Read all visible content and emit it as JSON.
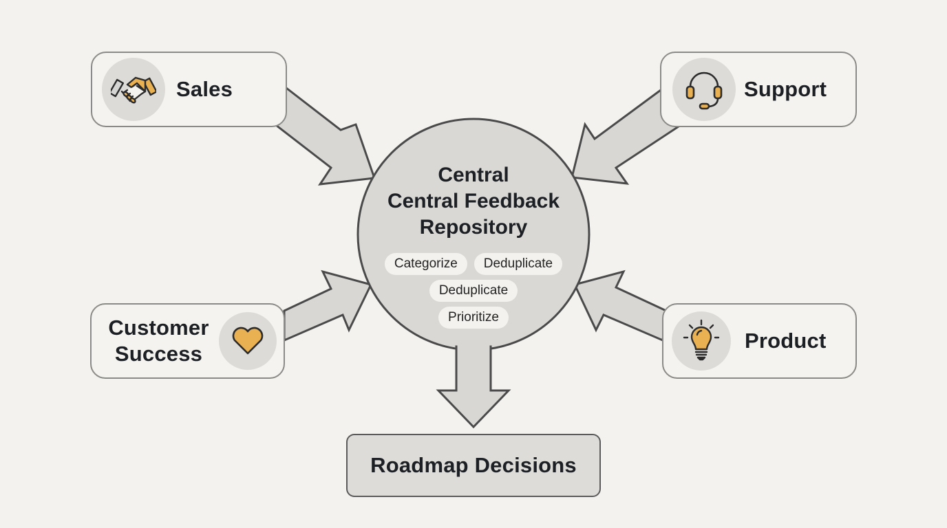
{
  "diagram": {
    "hub": {
      "title_lines": [
        "Central",
        "Central Feedback",
        "Repository"
      ],
      "chips": [
        "Categorize",
        "Deduplicate",
        "Deduplicate",
        "Prioritize"
      ]
    },
    "sources": [
      {
        "id": "sales",
        "label": "Sales",
        "icon": "handshake-icon"
      },
      {
        "id": "support",
        "label": "Support",
        "icon": "headset-icon"
      },
      {
        "id": "customer_success",
        "label_lines": [
          "Customer",
          "Success"
        ],
        "icon": "heart-icon"
      },
      {
        "id": "product",
        "label": "Product",
        "icon": "lightbulb-icon"
      }
    ],
    "output": {
      "label": "Roadmap Decisions"
    },
    "edges": [
      {
        "from": "sales",
        "to": "hub"
      },
      {
        "from": "support",
        "to": "hub"
      },
      {
        "from": "customer_success",
        "to": "hub"
      },
      {
        "from": "product",
        "to": "hub"
      },
      {
        "from": "hub",
        "to": "output"
      }
    ]
  },
  "colors": {
    "background": "#f4f2ee",
    "node_fill": "#f5f3ef",
    "node_border": "#8a8a88",
    "hub_fill": "#d9d8d5",
    "arrow_fill": "#d8d7d4",
    "outline": "#4a4a4a",
    "accent": "#eab152",
    "text": "#1c1f24"
  }
}
